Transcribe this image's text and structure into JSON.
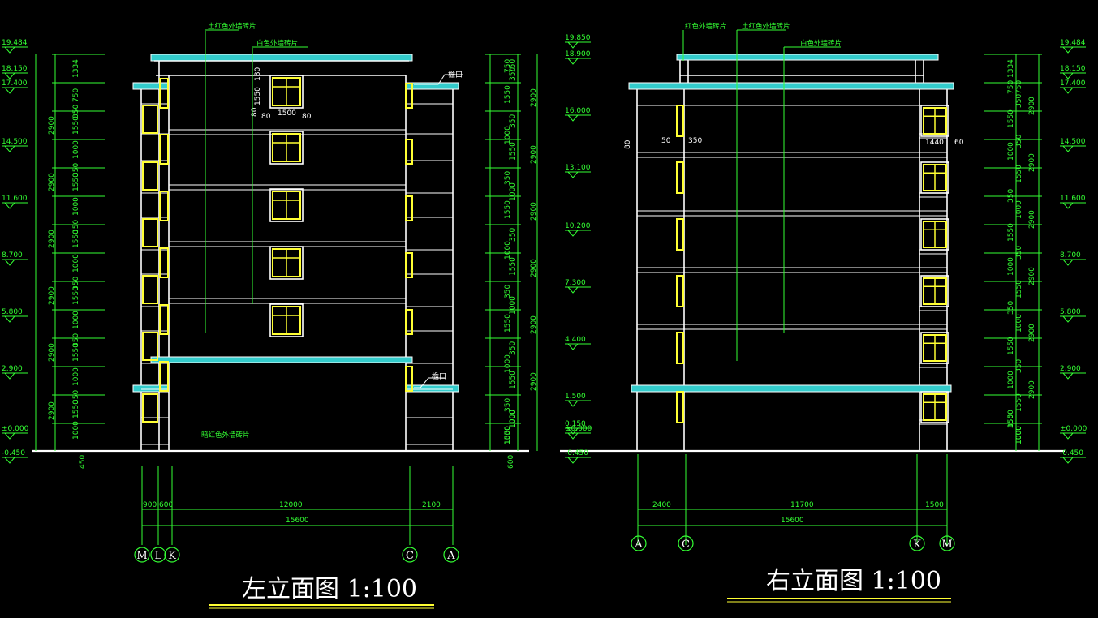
{
  "drawing": {
    "colors": {
      "background": "#000000",
      "outline": "#ffffff",
      "window": "#ffff33",
      "cornice": "#33cccc",
      "dimension": "#33ff33",
      "title_underline": "#ffff33"
    },
    "left": {
      "title": "左立面图 1:100",
      "levels": [
        "19.484",
        "18.150",
        "17.400",
        "14.500",
        "11.600",
        "8.700",
        "5.800",
        "2.900",
        "±0.000",
        "-0.450"
      ],
      "left_dims_a": [
        "1334",
        "750",
        "350",
        "1550",
        "1000",
        "350",
        "1550",
        "1000",
        "350",
        "1550",
        "1000",
        "350",
        "1550",
        "1000",
        "350",
        "1550",
        "1000",
        "350",
        "1550",
        "1000"
      ],
      "left_dims_b": [
        "2900",
        "2900",
        "2900",
        "2900",
        "2900",
        "2900"
      ],
      "right_levels": [
        "19.850",
        "18.900",
        "16.000",
        "13.100",
        "10.200",
        "7.300",
        "4.400",
        "1.500",
        "0.150",
        "±0.000",
        "-0.450"
      ],
      "right_dims_a": [
        "750",
        "750",
        "350",
        "1550",
        "350",
        "1000",
        "1550",
        "350",
        "1000",
        "1550",
        "350",
        "1000",
        "1550",
        "350",
        "1000",
        "1550",
        "350",
        "1000",
        "1550",
        "350",
        "1000",
        "1550",
        "1000",
        "1000"
      ],
      "right_dims_b": [
        "2900",
        "2900",
        "2900",
        "2900",
        "2900",
        "2900"
      ],
      "window_dims": [
        "1550",
        "180",
        "80",
        "1500",
        "80",
        "80"
      ],
      "base_dims": [
        "450",
        "600"
      ],
      "annotations": {
        "top_material": "土红色外墙砖片",
        "white_material": "白色外墙砖片",
        "dark_material": "暗红色外墙砖片",
        "eave_top": "檐口",
        "eave_bottom": "檐口"
      },
      "bottom_dims": {
        "seg": [
          "900",
          "600",
          "12000",
          "2100"
        ],
        "total": "15600"
      },
      "axes": [
        "M",
        "L",
        "K",
        "C",
        "A"
      ]
    },
    "right": {
      "title": "右立面图 1:100",
      "levels": [
        "19.484",
        "18.150",
        "17.400",
        "14.500",
        "11.600",
        "8.700",
        "5.800",
        "2.900",
        "±0.000",
        "-0.450"
      ],
      "dims_a": [
        "1334",
        "750",
        "750",
        "350",
        "1550",
        "350",
        "1000",
        "1550",
        "350",
        "1000",
        "1550",
        "350",
        "1000",
        "1550",
        "350",
        "1000",
        "1550",
        "350",
        "1000",
        "1550",
        "350",
        "1000",
        "1550",
        "1000"
      ],
      "dims_b": [
        "2900",
        "2900",
        "2900",
        "2900",
        "2900",
        "2900"
      ],
      "window_dims": [
        "80",
        "50",
        "350",
        "1440",
        "60"
      ],
      "annotations": {
        "red_material": "红色外墙砖片",
        "top_material": "土红色外墙砖片",
        "white_material": "白色外墙砖片"
      },
      "bottom_dims": {
        "seg": [
          "2400",
          "11700",
          "1500"
        ],
        "total": "15600"
      },
      "axes": [
        "A",
        "C",
        "K",
        "M"
      ]
    }
  }
}
